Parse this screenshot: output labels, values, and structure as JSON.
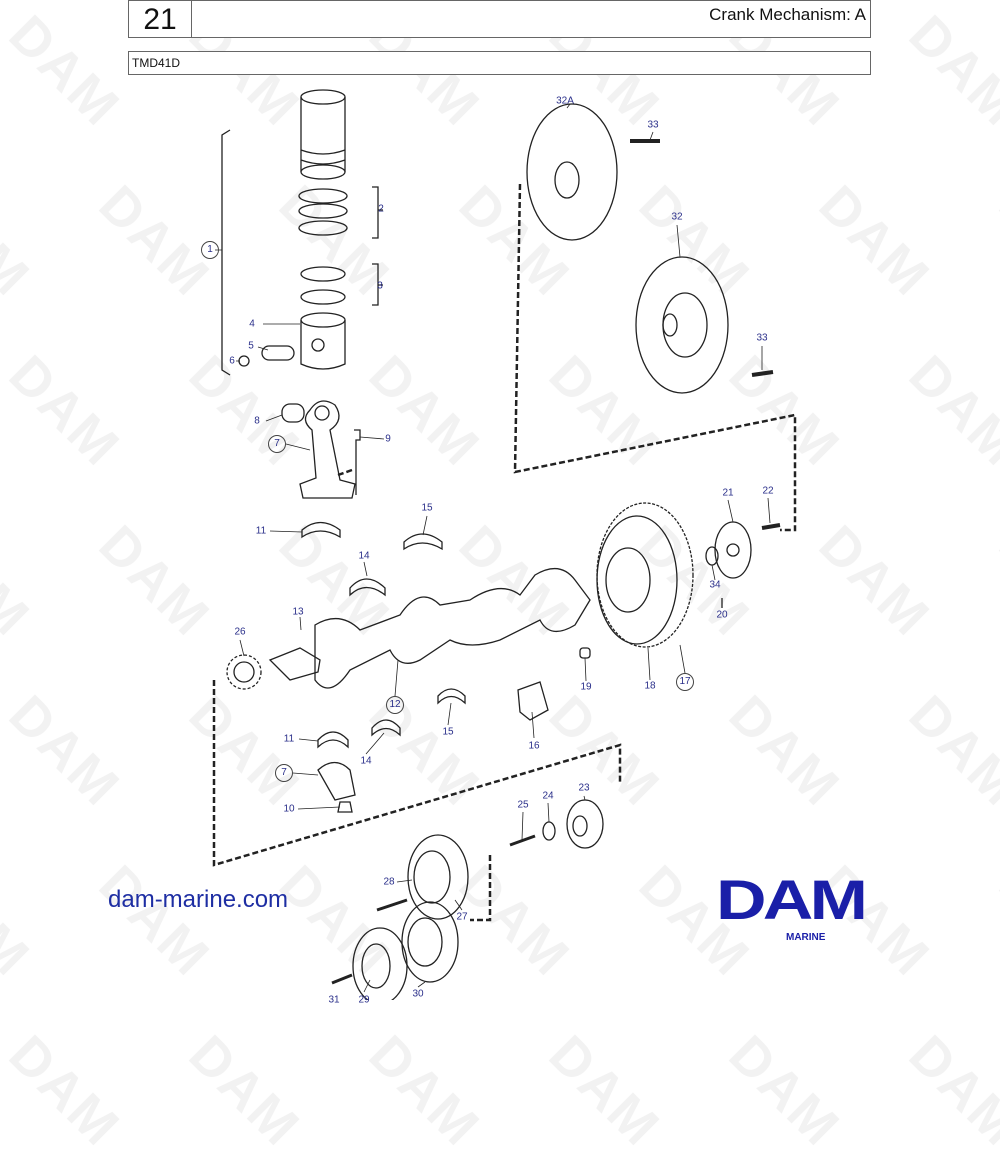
{
  "header": {
    "section_number": "21",
    "title": "Crank Mechanism: A",
    "model": "TMD41D"
  },
  "watermark": "DAM",
  "callouts": {
    "c1": "1",
    "c2": "2",
    "c3": "3",
    "c4": "4",
    "c5": "5",
    "c6": "6",
    "c7a": "7",
    "c8": "8",
    "c9": "9",
    "c11a": "11",
    "c15a": "15",
    "c14a": "14",
    "c13": "13",
    "c26": "26",
    "c12": "12",
    "c11b": "11",
    "c7b": "7",
    "c14b": "14",
    "c15b": "15",
    "c16": "16",
    "c10": "10",
    "c19": "19",
    "c18": "18",
    "c17": "17",
    "c34": "34",
    "c20": "20",
    "c21": "21",
    "c22": "22",
    "c32A": "32A",
    "c33a": "33",
    "c32": "32",
    "c33b": "33",
    "c23": "23",
    "c24": "24",
    "c25": "25",
    "c28": "28",
    "c27": "27",
    "c30": "30",
    "c29": "29",
    "c31": "31"
  },
  "footer": {
    "website": "dam-marine.com",
    "logo_text": "DAM",
    "logo_sub": "MARINE"
  },
  "colors": {
    "callout": "#2a2f8a",
    "brand": "#1a1fa8"
  }
}
